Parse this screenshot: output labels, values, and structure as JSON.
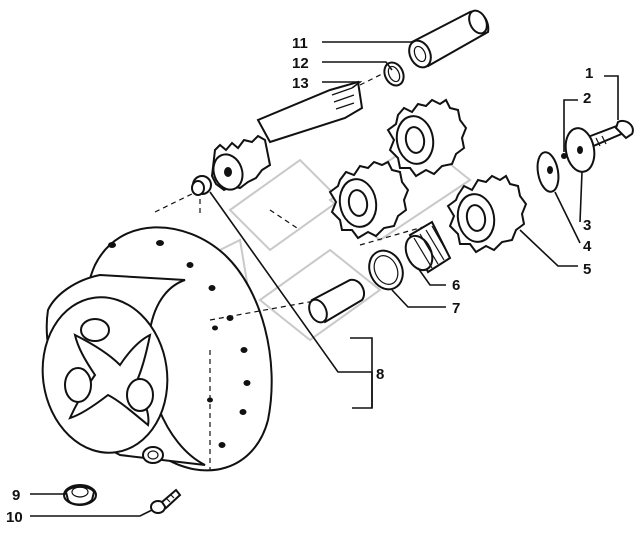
{
  "callouts": [
    {
      "id": "1",
      "text": "1"
    },
    {
      "id": "2",
      "text": "2"
    },
    {
      "id": "3",
      "text": "3"
    },
    {
      "id": "4",
      "text": "4"
    },
    {
      "id": "5",
      "text": "5"
    },
    {
      "id": "6",
      "text": "6"
    },
    {
      "id": "7",
      "text": "7"
    },
    {
      "id": "8",
      "text": "8"
    },
    {
      "id": "9",
      "text": "9"
    },
    {
      "id": "10",
      "text": "10"
    },
    {
      "id": "11",
      "text": "11"
    },
    {
      "id": "12",
      "text": "12"
    },
    {
      "id": "13",
      "text": "13"
    }
  ],
  "colors": {
    "ink": "#111111",
    "paper": "#ffffff",
    "watermark": "#c9c9c9"
  }
}
